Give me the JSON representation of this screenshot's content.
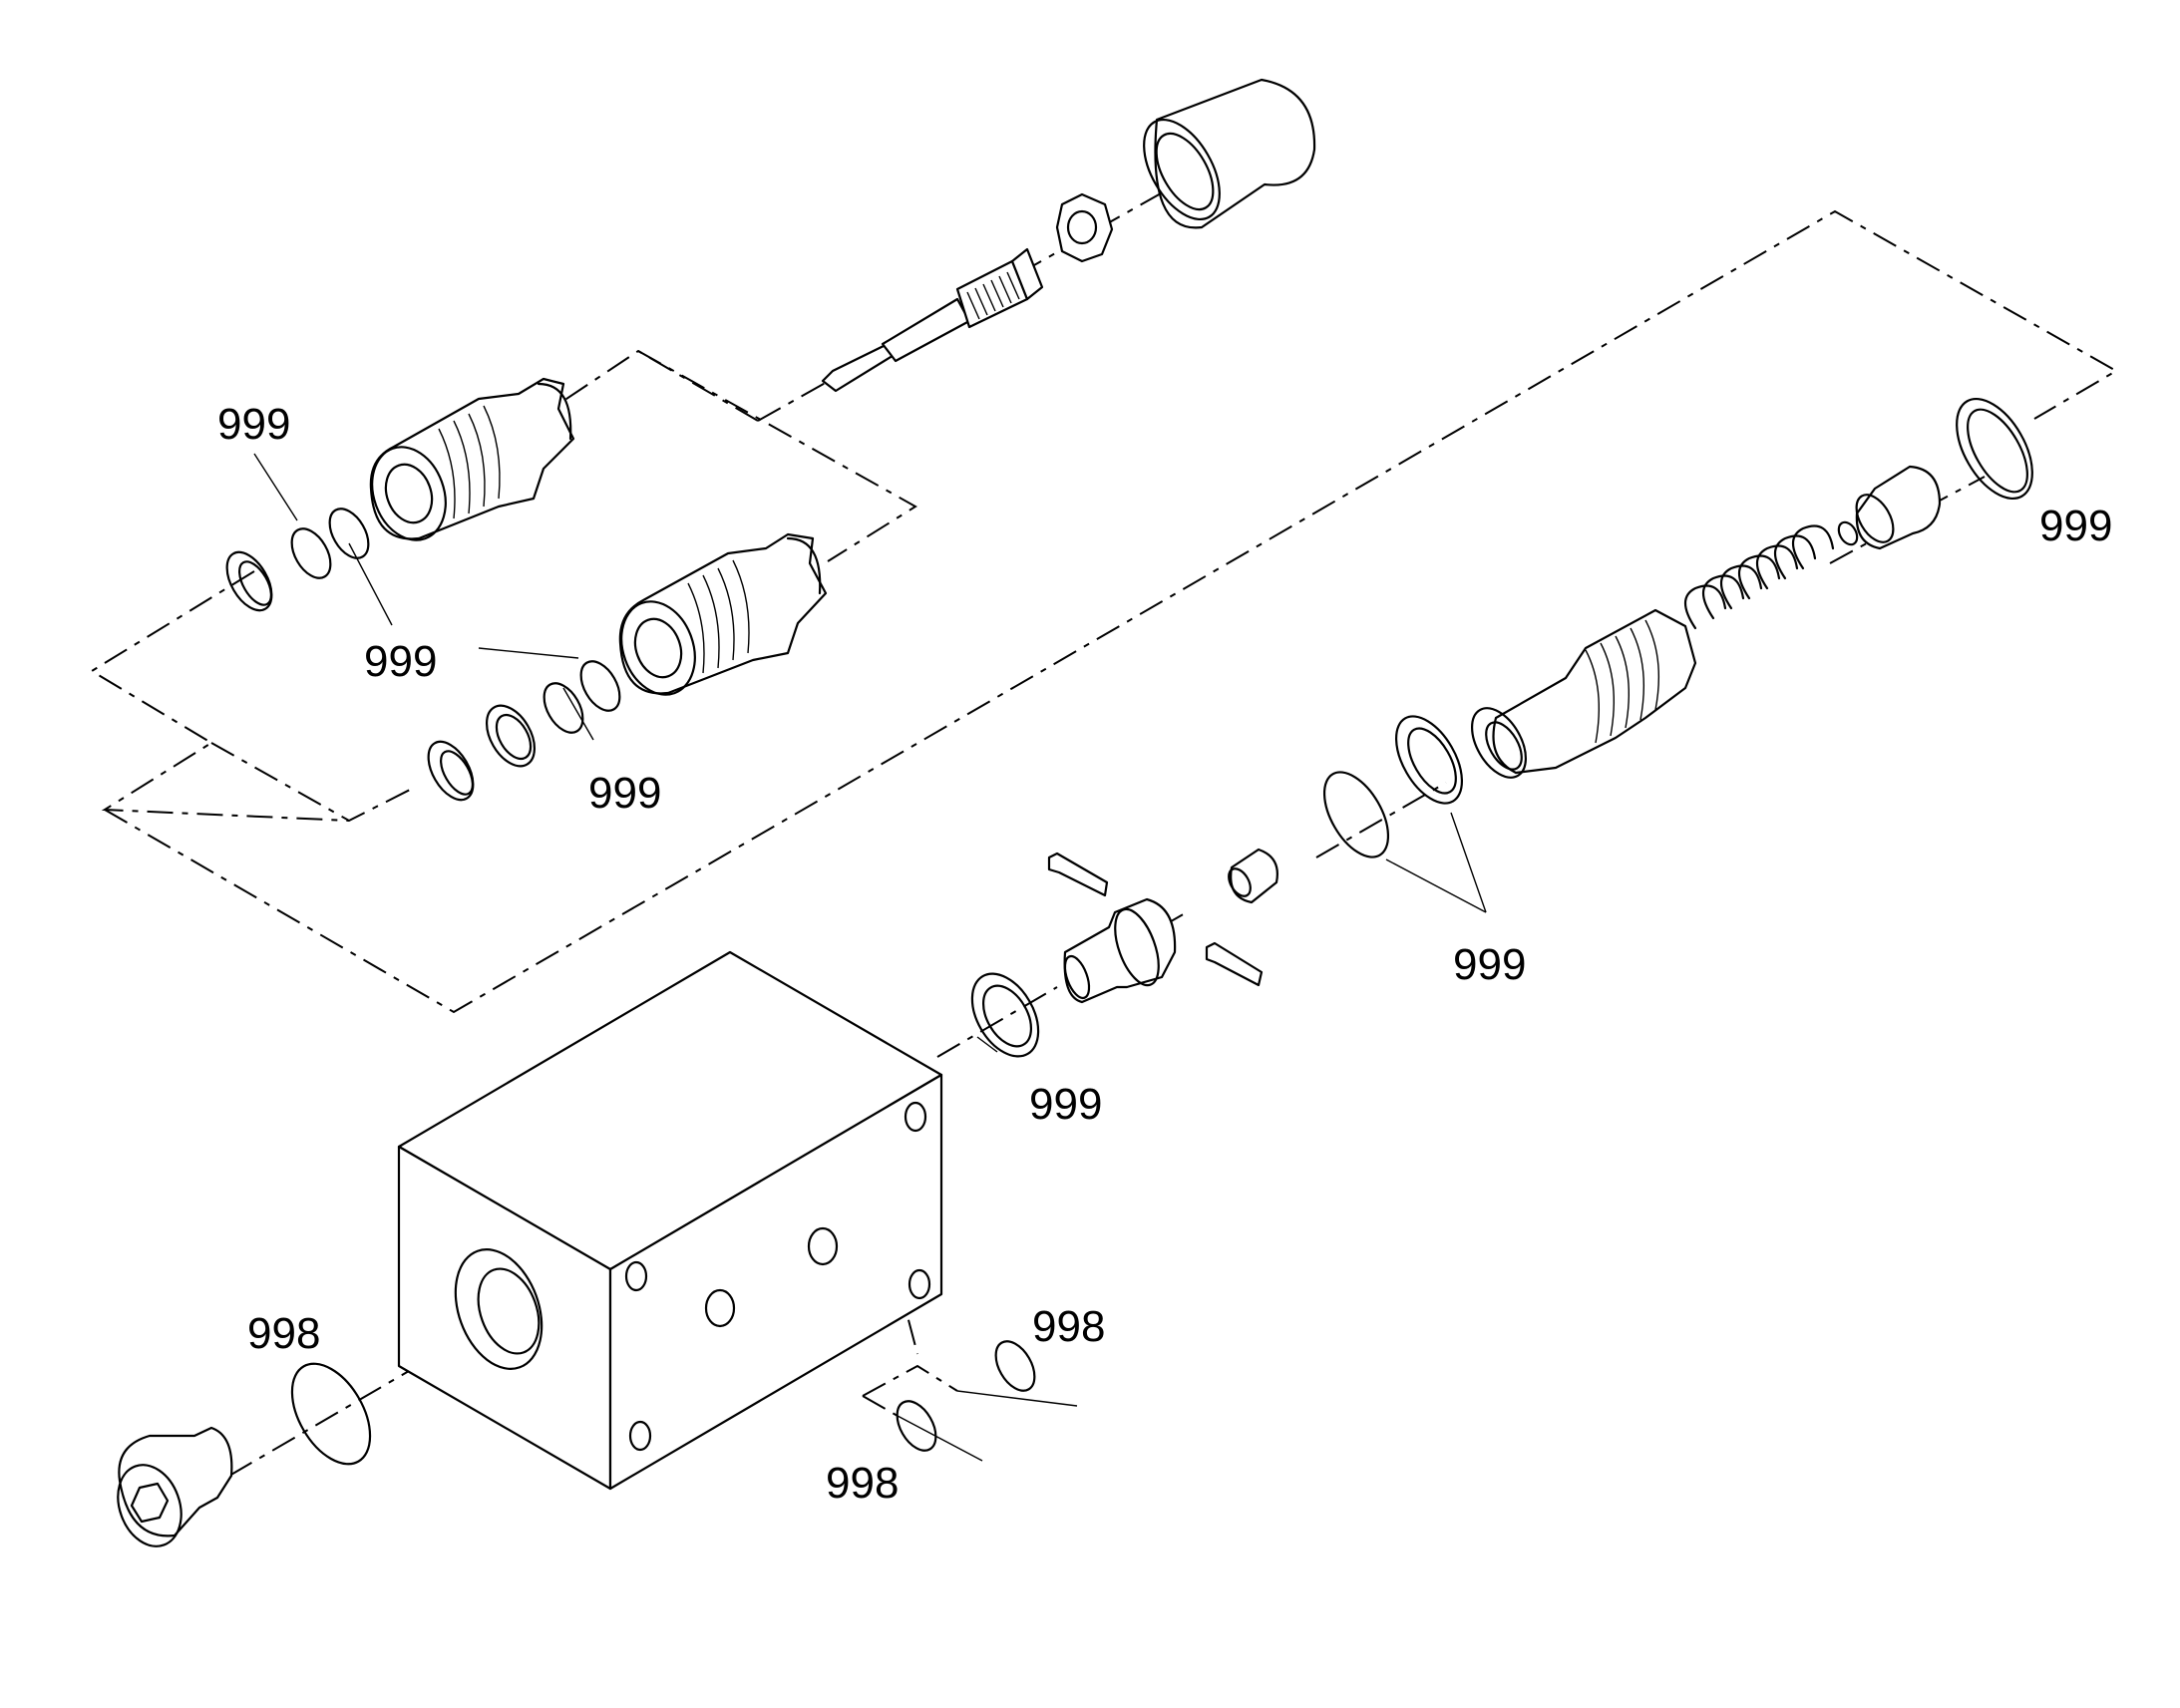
{
  "callouts": {
    "a": "999",
    "b": "999",
    "c": "999",
    "d": "999",
    "e": "999",
    "f": "999",
    "g": "998",
    "h": "998",
    "i": "998"
  }
}
